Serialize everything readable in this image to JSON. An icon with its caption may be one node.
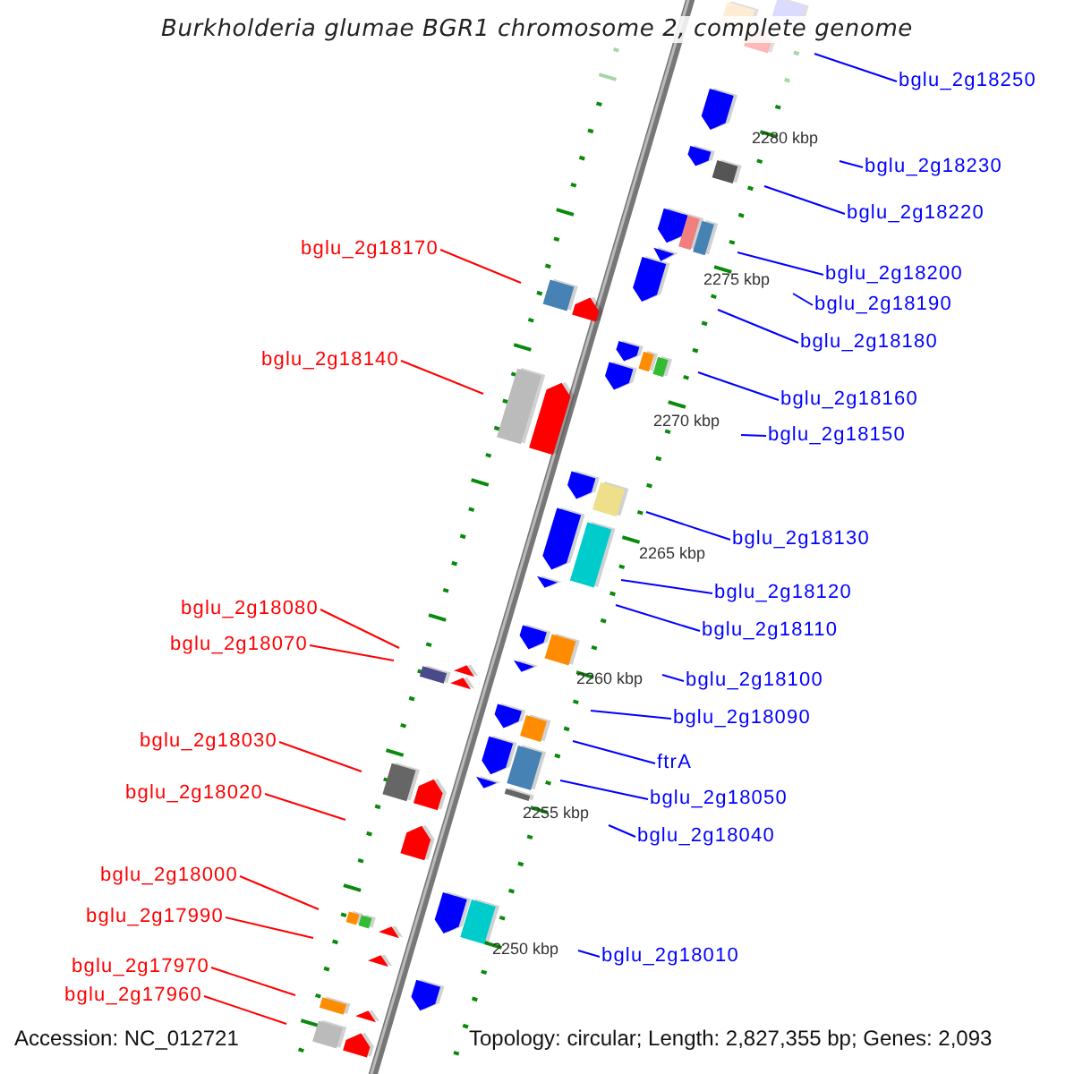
{
  "diagram": {
    "title": "Burkholderia glumae BGR1 chromosome 2, complete genome",
    "nodes": [
      {
        "text": [
          "bglu_2g18250"
        ]
      },
      {
        "text": [
          "bglu_2g18230"
        ]
      },
      {
        "text": [
          "bglu_2g18220"
        ]
      },
      {
        "text": [
          "bglu_2g18170"
        ]
      },
      {
        "text": [
          "bglu_2g18200"
        ]
      },
      {
        "text": [
          "bglu_2g18190"
        ]
      },
      {
        "text": [
          "bglu_2g18180"
        ]
      },
      {
        "text": [
          "bglu_2g18140"
        ]
      },
      {
        "text": [
          "bglu_2g18160"
        ]
      },
      {
        "text": [
          "bglu_2g18150"
        ]
      },
      {
        "text": [
          "bglu_2g18130"
        ]
      },
      {
        "text": [
          "bglu_2g18120"
        ]
      },
      {
        "text": [
          "bglu_2g18080"
        ]
      },
      {
        "text": [
          "bglu_2g18110"
        ]
      },
      {
        "text": [
          "bglu_2g18070"
        ]
      },
      {
        "text": [
          "bglu_2g18100"
        ]
      },
      {
        "text": [
          "bglu_2g18090"
        ]
      },
      {
        "text": [
          "bglu_2g18030"
        ]
      },
      {
        "text": [
          "ftrA"
        ]
      },
      {
        "text": [
          "bglu_2g18020"
        ]
      },
      {
        "text": [
          "bglu_2g18050"
        ]
      },
      {
        "text": [
          "bglu_2g18040"
        ]
      },
      {
        "text": [
          "bglu_2g18000"
        ]
      },
      {
        "text": [
          "bglu_2g17990"
        ]
      },
      {
        "text": [
          "bglu_2g18010"
        ]
      },
      {
        "text": [
          "bglu_2g17970"
        ]
      },
      {
        "text": [
          "bglu_2g17960"
        ]
      }
    ],
    "edges": [
      {
        "from": 0,
        "to": null,
        "arrow": "none"
      },
      {
        "from": 1,
        "to": null,
        "arrow": "none"
      },
      {
        "from": 2,
        "to": null,
        "arrow": "none"
      },
      {
        "from": 3,
        "to": null,
        "arrow": "none",
        "color": "#ff0000"
      },
      {
        "from": 4,
        "to": null,
        "arrow": "none"
      },
      {
        "from": 5,
        "to": null,
        "arrow": "none"
      },
      {
        "from": 6,
        "to": null,
        "arrow": "none"
      },
      {
        "from": 7,
        "to": null,
        "arrow": "none",
        "color": "#ff0000"
      },
      {
        "from": 8,
        "to": null,
        "arrow": "none"
      },
      {
        "from": 9,
        "to": null,
        "arrow": "none"
      },
      {
        "from": 10,
        "to": null,
        "arrow": "none"
      },
      {
        "from": 11,
        "to": null,
        "arrow": "none"
      },
      {
        "from": 12,
        "to": null,
        "arrow": "none",
        "color": "#ff0000"
      },
      {
        "from": 13,
        "to": null,
        "arrow": "none"
      },
      {
        "from": 14,
        "to": null,
        "arrow": "none",
        "color": "#ff0000"
      },
      {
        "from": 15,
        "to": null,
        "arrow": "none"
      },
      {
        "from": 16,
        "to": null,
        "arrow": "none"
      },
      {
        "from": 17,
        "to": null,
        "arrow": "none",
        "color": "#ff0000"
      },
      {
        "from": 18,
        "to": null,
        "arrow": "none"
      },
      {
        "from": 19,
        "to": null,
        "arrow": "none",
        "color": "#ff0000"
      },
      {
        "from": 20,
        "to": null,
        "arrow": "none"
      },
      {
        "from": 21,
        "to": null,
        "arrow": "none"
      },
      {
        "from": 22,
        "to": null,
        "arrow": "none",
        "color": "#ff0000"
      },
      {
        "from": 23,
        "to": null,
        "arrow": "none",
        "color": "#ff0000"
      },
      {
        "from": 24,
        "to": null,
        "arrow": "none"
      },
      {
        "from": 25,
        "to": null,
        "arrow": "none",
        "color": "#ff0000"
      },
      {
        "from": 26,
        "to": null,
        "arrow": "none",
        "color": "#ff0000"
      }
    ],
    "labels": [
      "2280 kbp",
      "2275 kbp",
      "2270 kbp",
      "2265 kbp",
      "2260 kbp",
      "2255 kbp",
      "2250 kbp",
      "Accession: NC_012721",
      "Topology: circular; Length: 2,827,355 bp; Genes: 2,093"
    ]
  }
}
